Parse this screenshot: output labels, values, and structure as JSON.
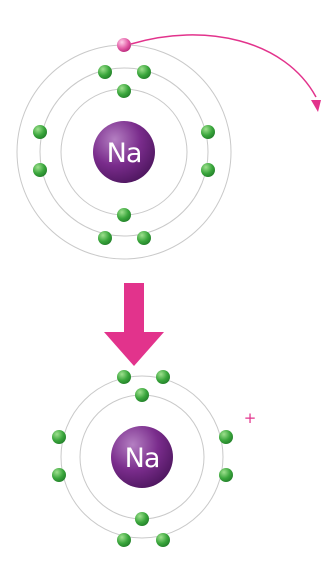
{
  "top_atom": {
    "nucleus_label": "Na",
    "shells": [
      2,
      8,
      1
    ]
  },
  "bottom_atom": {
    "nucleus_label": "Na",
    "charge": "+",
    "shells": [
      2,
      8
    ]
  },
  "colors": {
    "nucleus": "#7a2c8c",
    "nucleus_highlight": "#b47fc2",
    "electron": "#3aa63c",
    "electron_highlight": "#9ee08e",
    "lost_electron": "#e35ca6",
    "arrow": "#e2338c",
    "shell": "#c9c9c9"
  }
}
